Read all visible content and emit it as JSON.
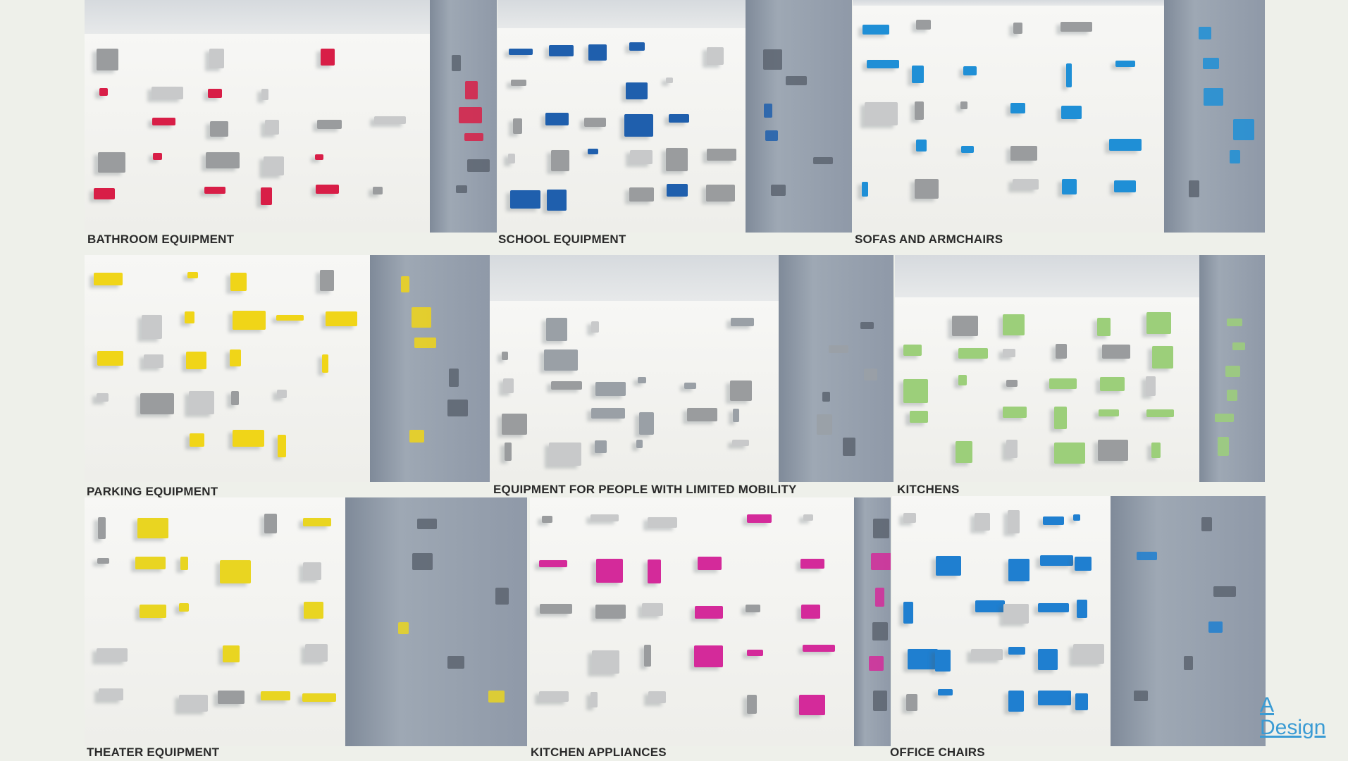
{
  "panels": [
    {
      "id": "bathroom",
      "caption": "BATHROOM EQUIPMENT",
      "accent": "#d81e47"
    },
    {
      "id": "school",
      "caption": "SCHOOL EQUIPMENT",
      "accent": "#1f5fad"
    },
    {
      "id": "sofas",
      "caption": "SOFAS AND ARMCHAIRS",
      "accent": "#1f8fd6"
    },
    {
      "id": "parking",
      "caption": "PARKING EQUIPMENT",
      "accent": "#f0d518"
    },
    {
      "id": "mobility",
      "caption": "EQUIPMENT FOR PEOPLE WITH LIMITED MOBILITY",
      "accent": "#9aa0a6"
    },
    {
      "id": "kitchens",
      "caption": "KITCHENS",
      "accent": "#9ccf7a"
    },
    {
      "id": "theater",
      "caption": "THEATER EQUIPMENT",
      "accent": "#e9d521"
    },
    {
      "id": "kitchen_appliances",
      "caption": "KITCHEN APPLIANCES",
      "accent": "#d42a9a"
    },
    {
      "id": "office_chairs",
      "caption": "OFFICE CHAIRS",
      "accent": "#1f7fd0"
    }
  ],
  "logo": {
    "line1": "A",
    "line2": "Design",
    "color": "#3a9bd4"
  }
}
